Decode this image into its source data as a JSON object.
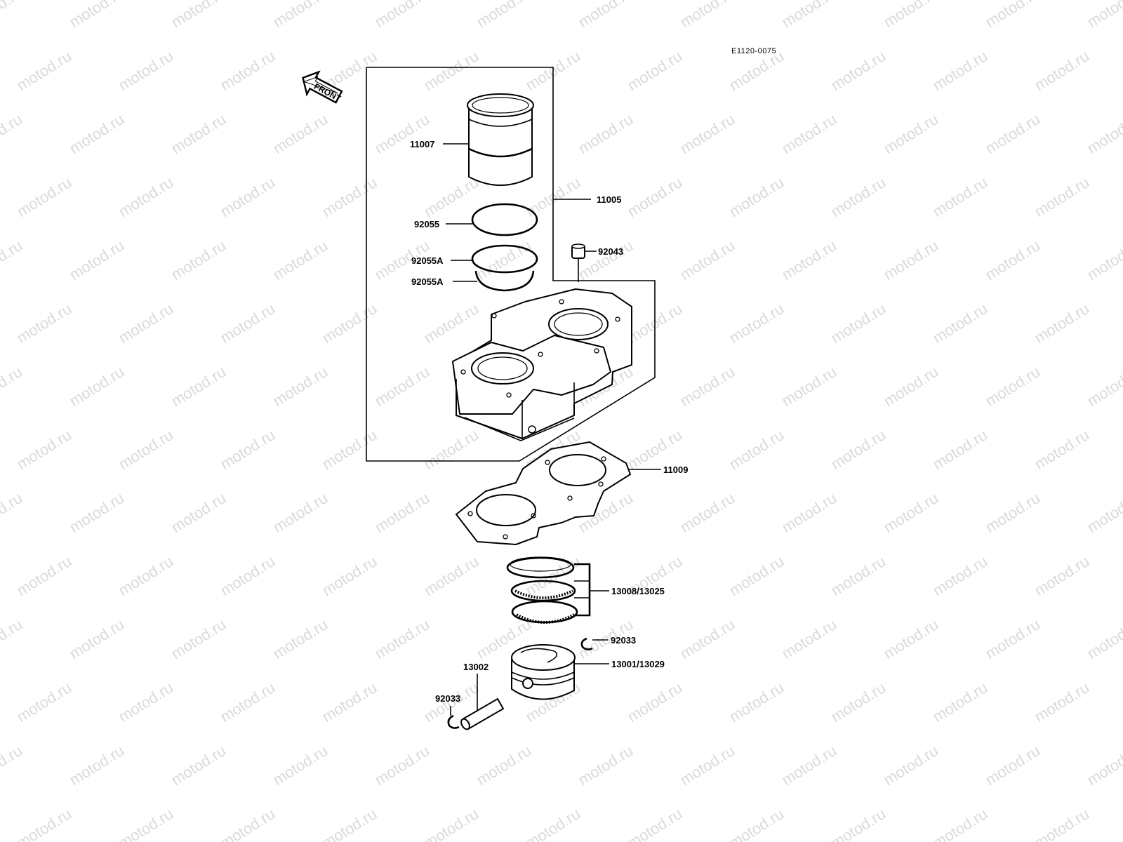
{
  "diagram": {
    "code": "E1120-0075",
    "front_label": "FRONT",
    "watermark": "motod.ru",
    "labels": {
      "p11007": "11007",
      "p11005": "11005",
      "p92055": "92055",
      "p92055A_1": "92055A",
      "p92055A_2": "92055A",
      "p92043": "92043",
      "p11009": "11009",
      "p13008": "13008/13025",
      "p92033_r": "92033",
      "p13002": "13002",
      "p13001": "13001/13029",
      "p92033_l": "92033"
    }
  }
}
